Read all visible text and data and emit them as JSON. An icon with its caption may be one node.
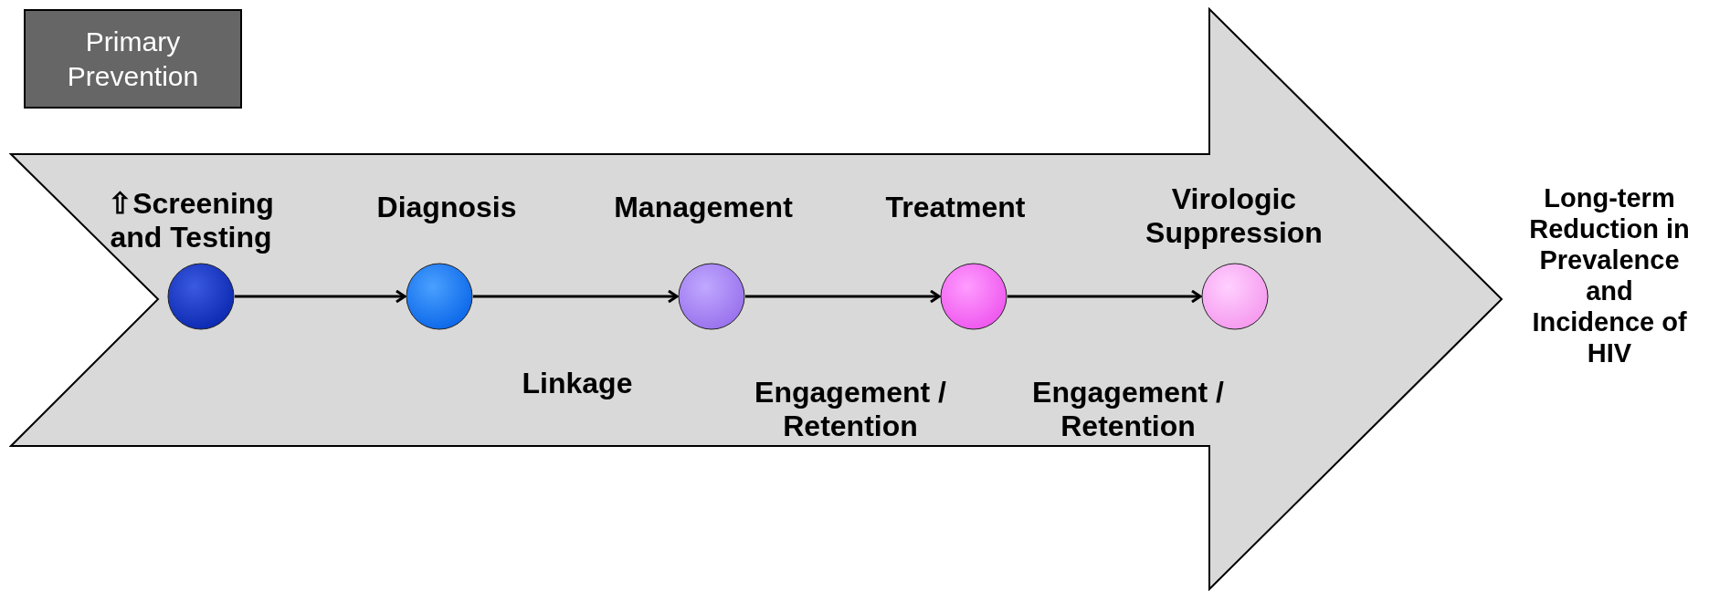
{
  "diagram": {
    "nodes": [
      {
        "text": [
          "Primary Prevention"
        ]
      },
      {
        "text": [],
        "shape": "arrow"
      },
      {
        "text": [],
        "shape": "circle",
        "in": 1,
        "beside": [
          "⇧Screening and Testing"
        ]
      },
      {
        "text": [],
        "shape": "circle",
        "in": 1,
        "beside": [
          "Diagnosis"
        ]
      },
      {
        "text": [],
        "shape": "circle",
        "in": 1,
        "beside": [
          "Management"
        ]
      },
      {
        "text": [],
        "shape": "circle",
        "in": 1,
        "beside": [
          "Treatment"
        ]
      },
      {
        "text": [],
        "shape": "circle",
        "in": 1,
        "beside": [
          "Virologic Suppression"
        ]
      }
    ],
    "edges": [
      {
        "from": 2,
        "to": 3,
        "arrow": "to"
      },
      {
        "from": 3,
        "to": 4,
        "arrow": "to",
        "label": "Linkage"
      },
      {
        "from": 4,
        "to": 5,
        "arrow": "to",
        "label": "Engagement / Retention"
      },
      {
        "from": 5,
        "to": 6,
        "arrow": "to",
        "label": "Engagement / Retention"
      }
    ],
    "labels": [
      "Long-term Reduction in Prevalence and Incidence of HIV"
    ]
  }
}
